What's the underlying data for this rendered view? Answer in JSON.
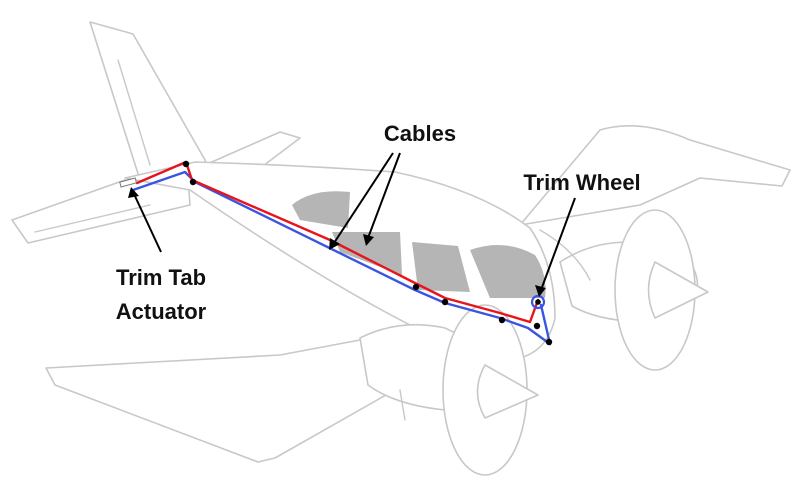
{
  "labels": {
    "cables": "Cables",
    "trim_wheel": "Trim Wheel",
    "trim_tab_actuator_line1": "Trim Tab",
    "trim_tab_actuator_line2": "Actuator"
  },
  "colors": {
    "red_cable": "#e8141c",
    "blue_cable": "#3a56e0",
    "pulley": "#000000",
    "airframe_outline": "#c8c8c8",
    "window": "#b5b5b5",
    "text": "#111111"
  }
}
